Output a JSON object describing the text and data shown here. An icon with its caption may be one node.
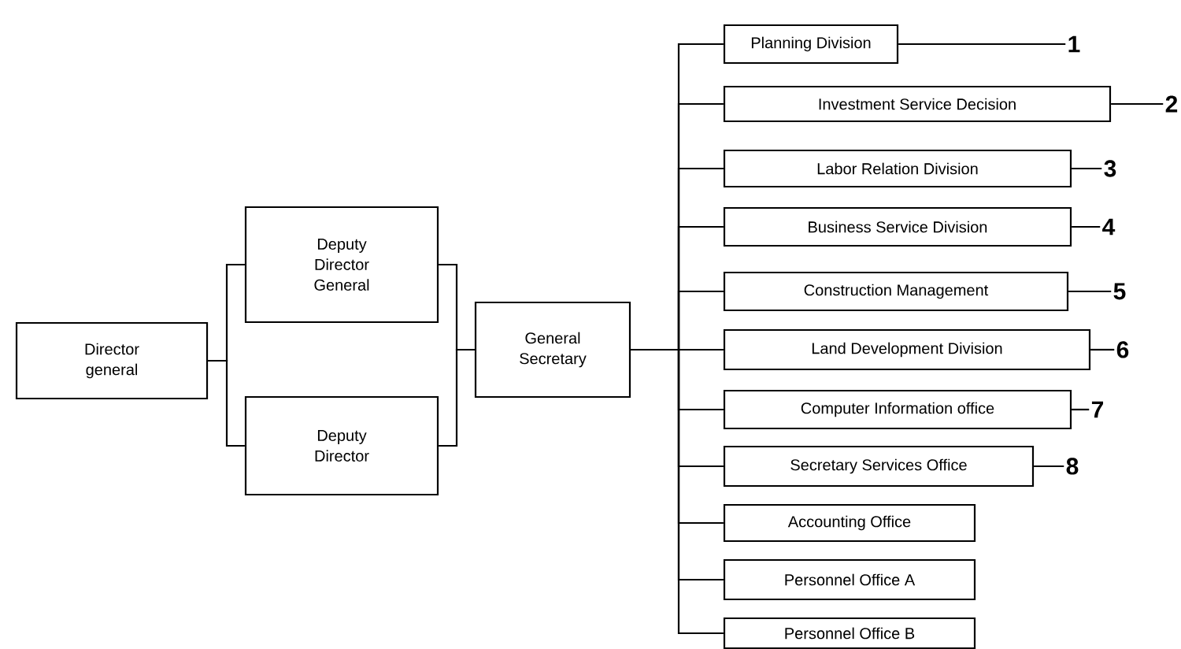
{
  "diagram": {
    "nodes": [
      {
        "text": [
          "Director general"
        ]
      },
      {
        "text": [
          "Deputy Director General"
        ]
      },
      {
        "text": [
          "Deputy Director"
        ]
      },
      {
        "text": [
          "General Secretary"
        ]
      },
      {
        "text": [
          "Planning Division"
        ]
      },
      {
        "text": [
          "Investment Service Decision"
        ]
      },
      {
        "text": [
          "Labor Relation Division"
        ]
      },
      {
        "text": [
          "Business Service Division"
        ]
      },
      {
        "text": [
          "Construction Management"
        ]
      },
      {
        "text": [
          "Land Development Division"
        ]
      },
      {
        "text": [
          "Computer Information office"
        ]
      },
      {
        "text": [
          "Secretary Services Office"
        ]
      },
      {
        "text": [
          "Accounting Office"
        ]
      },
      {
        "text": [
          "Personnel Office A"
        ]
      },
      {
        "text": [
          "Personnel Office B"
        ]
      },
      {
        "text": [
          "1"
        ]
      },
      {
        "text": [
          "2"
        ]
      },
      {
        "text": [
          "3"
        ]
      },
      {
        "text": [
          "4"
        ]
      },
      {
        "text": [
          "5"
        ]
      },
      {
        "text": [
          "6"
        ]
      },
      {
        "text": [
          "7"
        ]
      },
      {
        "text": [
          "8"
        ]
      }
    ],
    "edges": [
      {
        "from": 0,
        "to": 1,
        "arrow": "none"
      },
      {
        "from": 0,
        "to": 2,
        "arrow": "none"
      },
      {
        "from": 1,
        "to": 3,
        "arrow": "none"
      },
      {
        "from": 2,
        "to": 3,
        "arrow": "none"
      },
      {
        "from": 3,
        "to": 4,
        "arrow": "none"
      },
      {
        "from": 3,
        "to": 5,
        "arrow": "none"
      },
      {
        "from": 3,
        "to": 6,
        "arrow": "none"
      },
      {
        "from": 3,
        "to": 7,
        "arrow": "none"
      },
      {
        "from": 3,
        "to": 8,
        "arrow": "none"
      },
      {
        "from": 3,
        "to": 9,
        "arrow": "none"
      },
      {
        "from": 3,
        "to": 10,
        "arrow": "none"
      },
      {
        "from": 3,
        "to": 11,
        "arrow": "none"
      },
      {
        "from": 3,
        "to": 12,
        "arrow": "none"
      },
      {
        "from": 3,
        "to": 13,
        "arrow": "none"
      },
      {
        "from": 3,
        "to": 14,
        "arrow": "none"
      },
      {
        "from": 15,
        "to": 4,
        "arrow": "none"
      },
      {
        "from": 16,
        "to": 5,
        "arrow": "none"
      },
      {
        "from": 17,
        "to": 6,
        "arrow": "none"
      },
      {
        "from": 18,
        "to": 7,
        "arrow": "none"
      },
      {
        "from": 19,
        "to": 8,
        "arrow": "none"
      },
      {
        "from": 20,
        "to": 9,
        "arrow": "none"
      },
      {
        "from": 21,
        "to": 10,
        "arrow": "none"
      },
      {
        "from": 22,
        "to": 11,
        "arrow": "none"
      }
    ]
  }
}
